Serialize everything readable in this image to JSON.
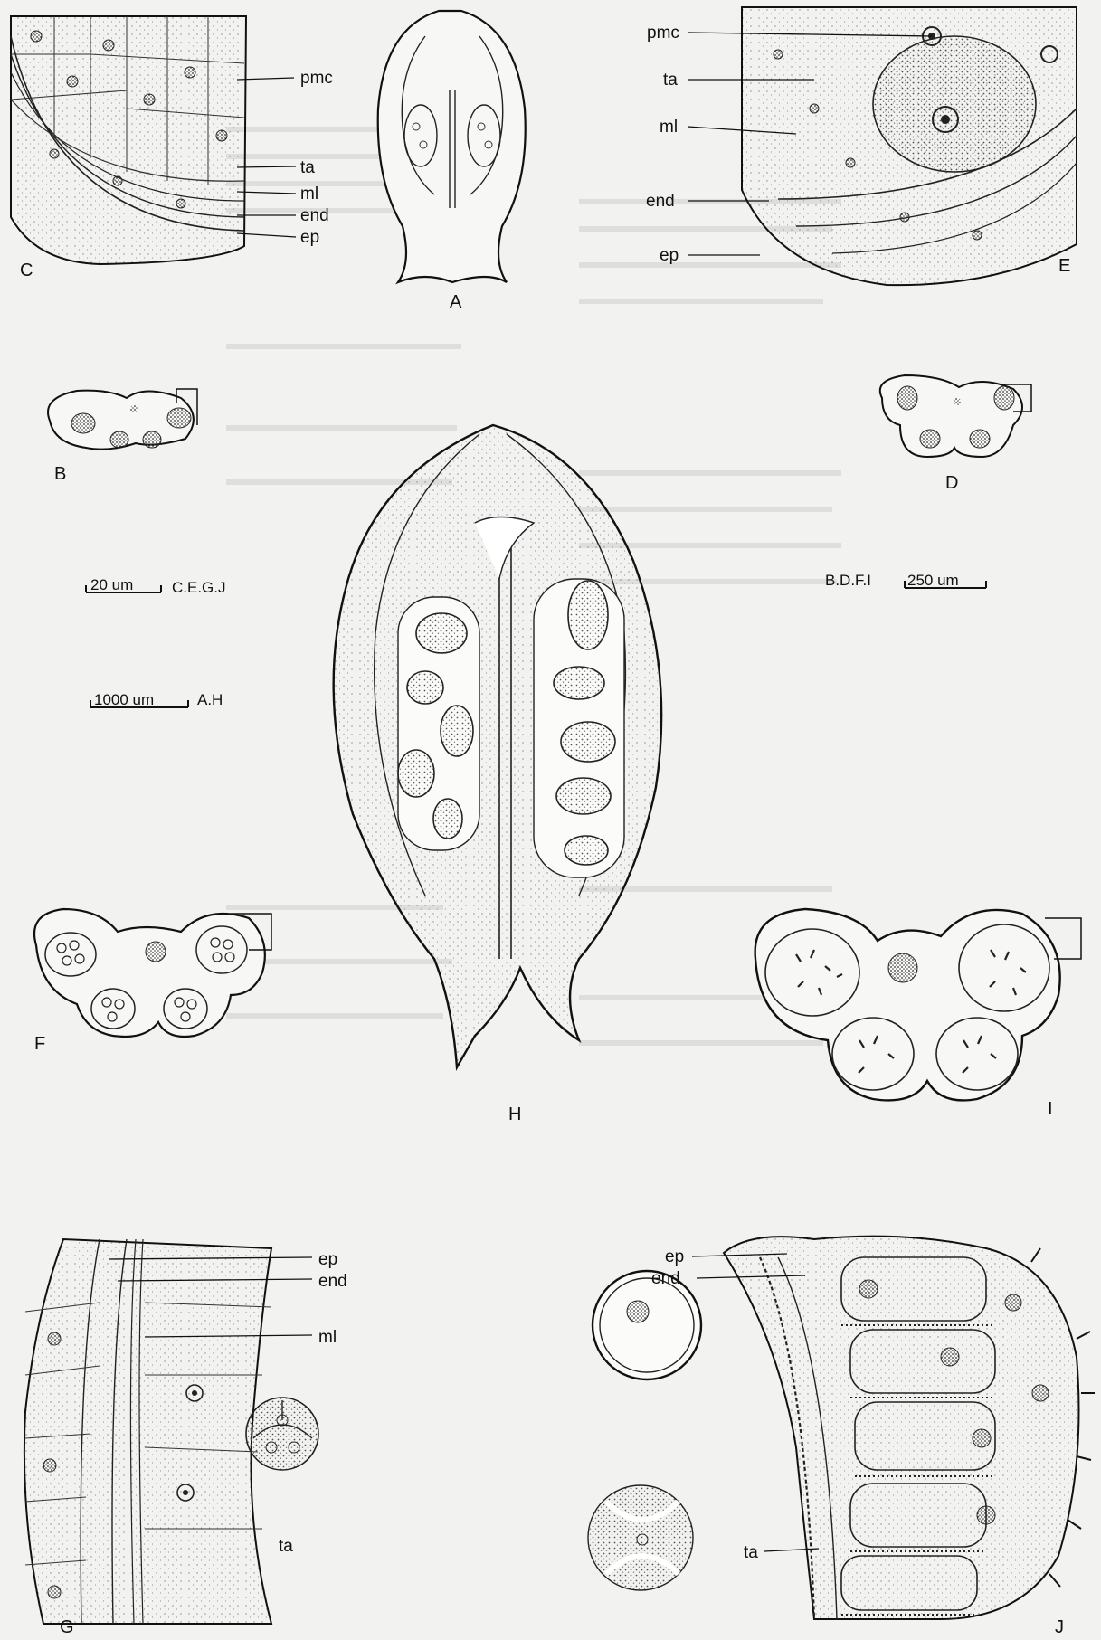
{
  "figure": {
    "panels": [
      "A",
      "B",
      "C",
      "D",
      "E",
      "F",
      "G",
      "H",
      "I",
      "J"
    ],
    "cell_labels": {
      "pmc": "pmc",
      "ta": "ta",
      "ml": "ml",
      "end": "end",
      "ep": "ep"
    },
    "scale_bars": {
      "small": "20 um",
      "small_panels": "C.E.G.J",
      "medium": "250 um",
      "medium_panels": "B.D.F.I",
      "large": "1000 um",
      "large_panels": "A.H"
    }
  }
}
